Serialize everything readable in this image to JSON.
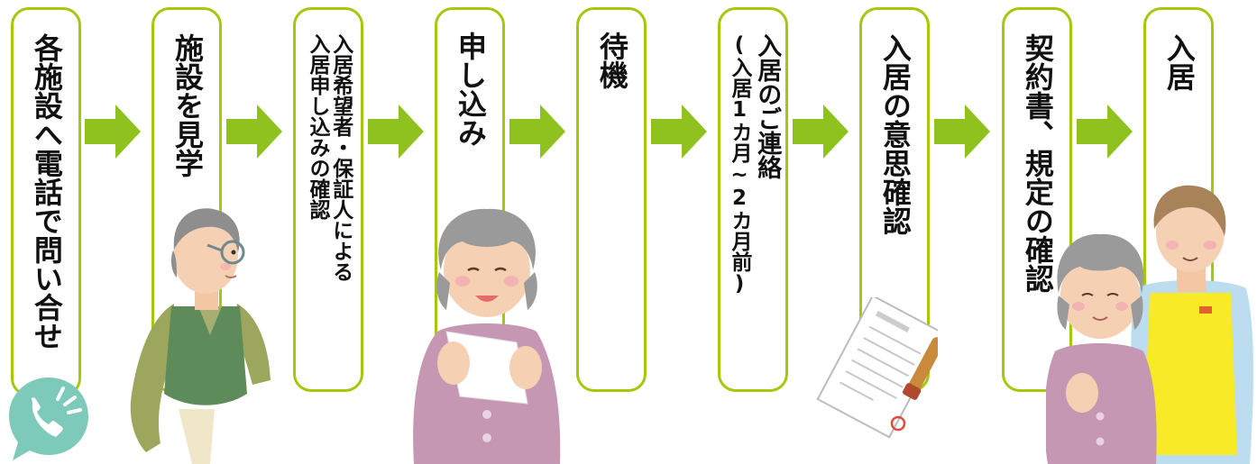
{
  "steps": [
    {
      "label": "各施設へ電話で問い合せ"
    },
    {
      "label": "施設を見学"
    },
    {
      "label_line1": "入居希望者・保証人による",
      "label_line2": "入居申し込みの確認"
    },
    {
      "label": "申し込み"
    },
    {
      "label": "待機"
    },
    {
      "label_line1": "入居のご連絡",
      "label_line2": "(入居1カ月~2カ月前)"
    },
    {
      "label": "入居の意思確認"
    },
    {
      "label": "契約書、規定の確認"
    },
    {
      "label": "入居"
    }
  ],
  "colors": {
    "box_border": "#a4c80a",
    "arrow": "#8fc21f",
    "phone_bg": "#7ecaba"
  },
  "icons": [
    "phone-icon",
    "elderly-man-illustration",
    "elderly-woman-illustration",
    "contract-document-illustration",
    "caregiver-and-resident-illustration"
  ]
}
